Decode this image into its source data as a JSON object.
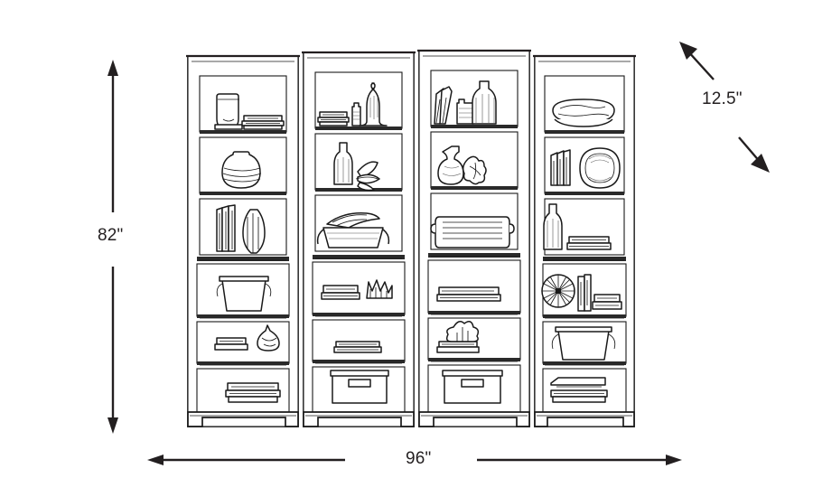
{
  "drawing": {
    "subject": "4-unit wall bookcase dimension diagram",
    "style": "black line-art sketch on white",
    "line_color": "#231f20",
    "background_color": "#ffffff"
  },
  "dimensions": {
    "height": {
      "value": "82\"",
      "orientation": "vertical",
      "position": "left"
    },
    "width": {
      "value": "96\"",
      "orientation": "horizontal",
      "position": "bottom"
    },
    "depth": {
      "value": "12.5\"",
      "orientation": "diagonal",
      "position": "upper-right"
    }
  },
  "bookcase": {
    "unit_count": 4,
    "shelves_per_unit": 6,
    "units": [
      {
        "name": "unit-1",
        "shelves": [
          "glass-vase-and-book-stack",
          "round-ceramic-pot",
          "books-and-ribbed-vase",
          "woven-basket",
          "books-and-gourd-finial",
          "stacked-books"
        ]
      },
      {
        "name": "unit-2",
        "shelves": [
          "book-stack-canister-and-apothecary-jar",
          "bottle-and-leaf-sprig",
          "tray-with-rolled-linens",
          "books-and-coral-fan",
          "stacked-books-low",
          "wicker-storage-basket"
        ]
      },
      {
        "name": "unit-3",
        "shelves": [
          "books-block-and-tall-bottle",
          "gourd-vase-and-coral",
          "decorative-box",
          "long-book-stack",
          "books-and-succulent",
          "wicker-storage-basket"
        ]
      },
      {
        "name": "unit-4",
        "shelves": [
          "oval-platter-bowl",
          "books-and-scalloped-plate",
          "bottle-and-book-stack",
          "sunburst-disc-and-books",
          "woven-basket",
          "stacked-books"
        ]
      }
    ]
  }
}
